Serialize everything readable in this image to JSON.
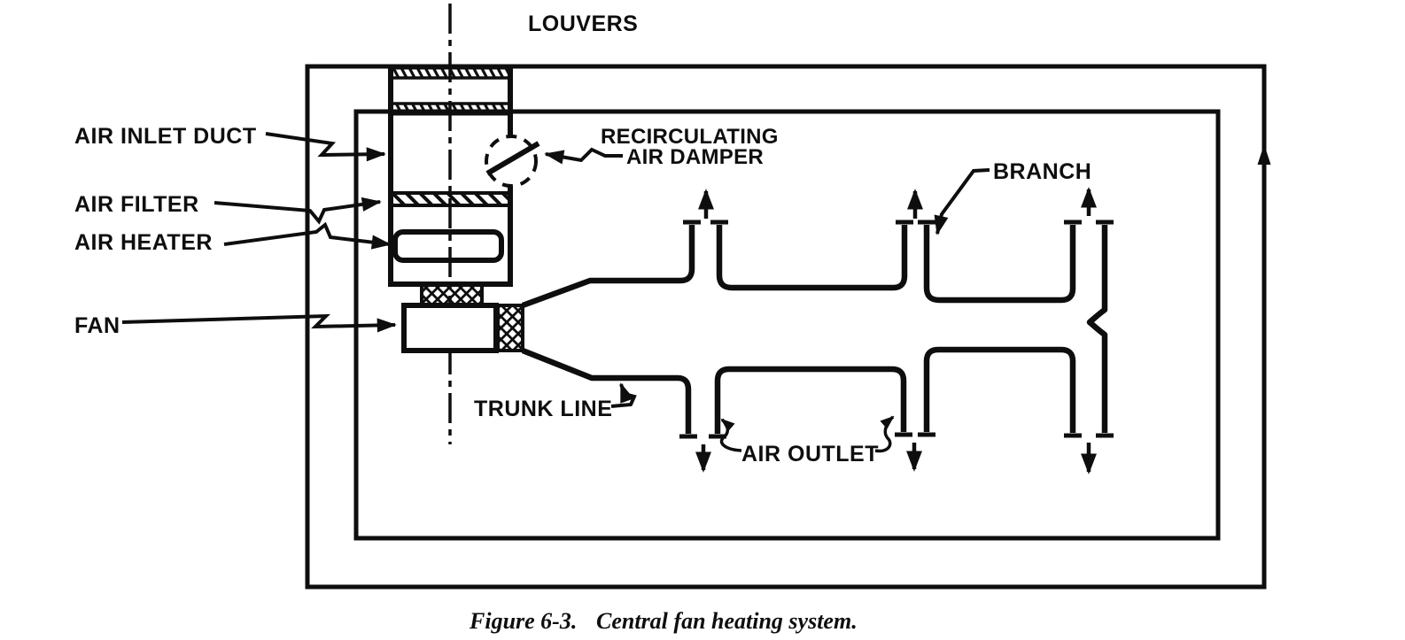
{
  "labels": {
    "louvers": "LOUVERS",
    "air_inlet_duct": "AIR INLET DUCT",
    "recirculating_line1": "RECIRCULATING",
    "recirculating_line2": "AIR DAMPER",
    "branch": "BRANCH",
    "air_filter": "AIR FILTER",
    "air_heater": "AIR HEATER",
    "fan": "FAN",
    "trunk_line": "TRUNK LINE",
    "air_outlet": "AIR OUTLET"
  },
  "caption": {
    "figure_number": "Figure 6-3.",
    "title": "Central fan heating system."
  },
  "colors": {
    "ink": "#0e0e0e",
    "paper": "#ffffff"
  }
}
